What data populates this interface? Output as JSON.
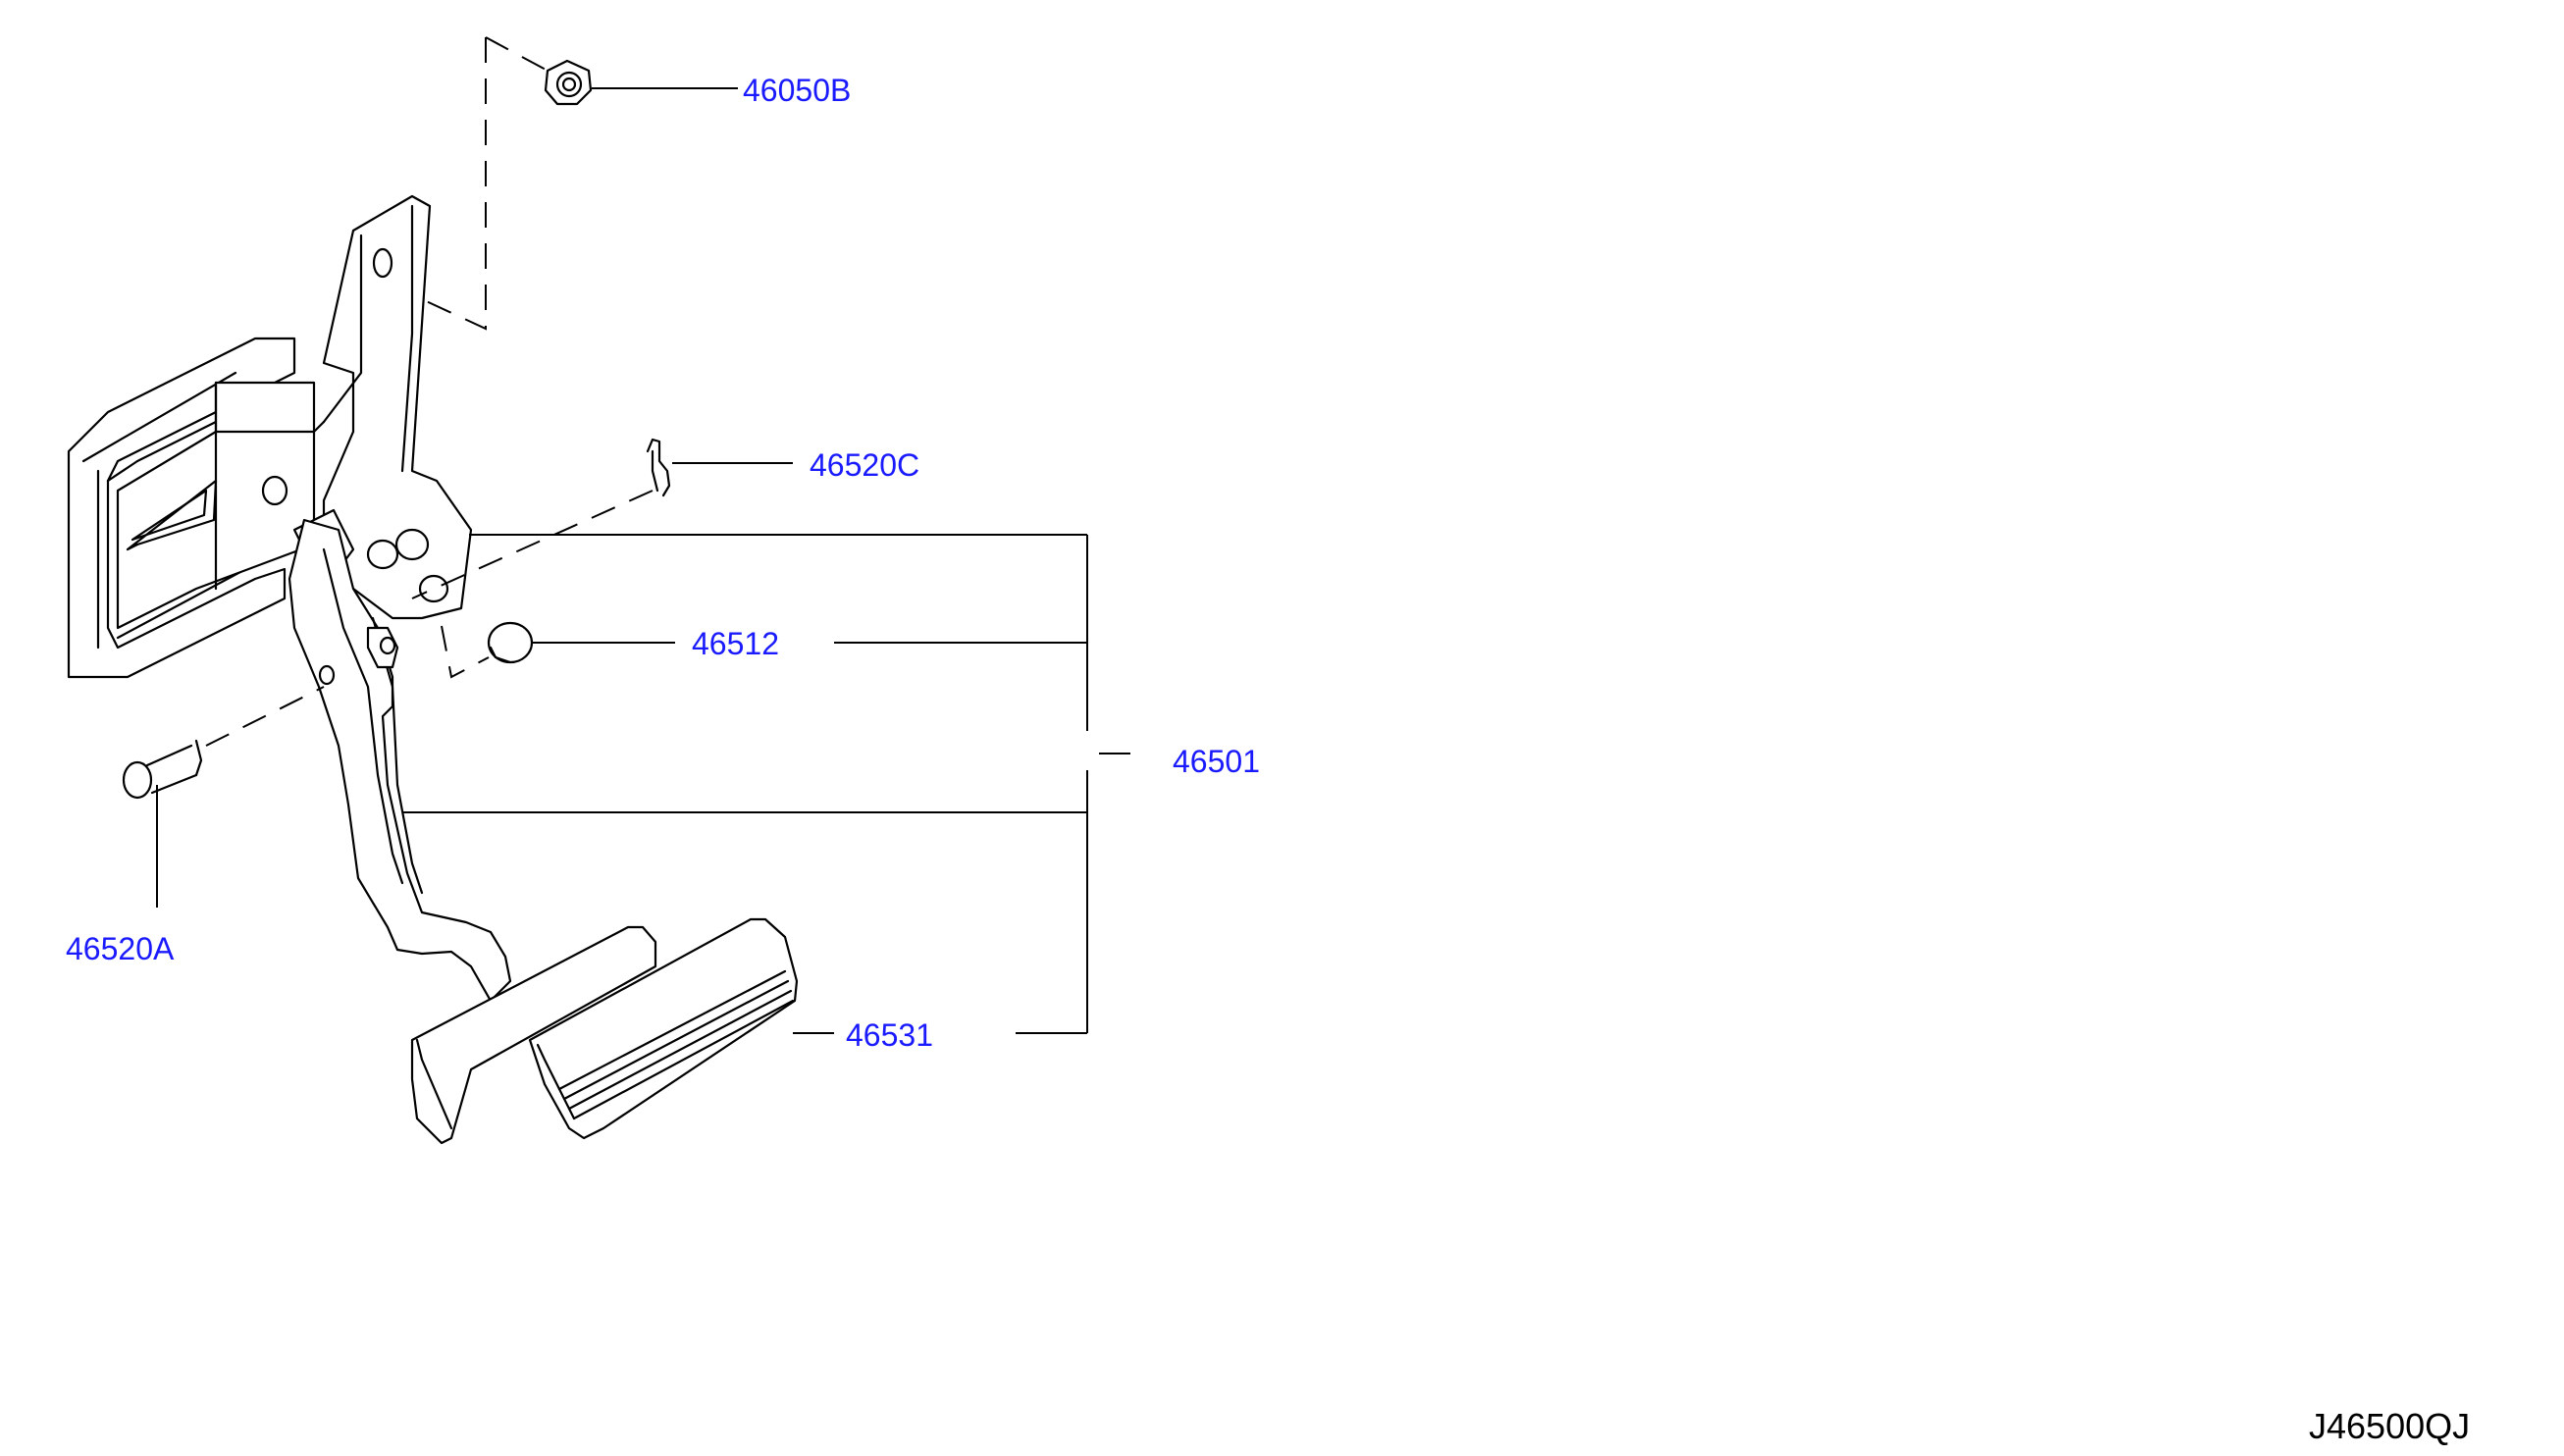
{
  "diagram": {
    "drawing_code": "J46500QJ",
    "parts": [
      {
        "id": "nut",
        "label": "46050B"
      },
      {
        "id": "stopper-clip",
        "label": "46520C"
      },
      {
        "id": "stopper-rubber",
        "label": "46512"
      },
      {
        "id": "pedal-assembly",
        "label": "46501"
      },
      {
        "id": "pin",
        "label": "46520A"
      },
      {
        "id": "pedal-pad",
        "label": "46531"
      }
    ]
  }
}
